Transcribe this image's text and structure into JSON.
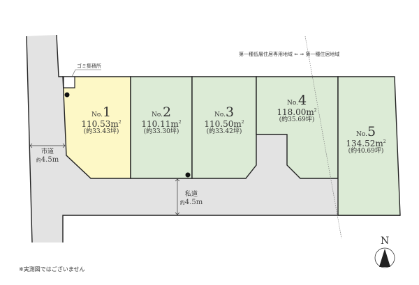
{
  "colors": {
    "lot_1_fill": "#fdf8c6",
    "lot_fill": "#dcebd6",
    "road_fill": "#e3e3e3",
    "line": "#222222"
  },
  "zoning": {
    "left": "第一種低層住居専用地域",
    "arrows": "⇐ ⇒",
    "right": "第一種住居地域"
  },
  "garbage": {
    "label": "ゴミ集積所"
  },
  "lots": [
    {
      "no_prefix": "No.",
      "no": "1",
      "area": "110.53m",
      "area_sup": "2",
      "tsubo": "(約33.43坪)"
    },
    {
      "no_prefix": "No.",
      "no": "2",
      "area": "110.11m",
      "area_sup": "2",
      "tsubo": "(約33.30坪)"
    },
    {
      "no_prefix": "No.",
      "no": "3",
      "area": "110.50m",
      "area_sup": "2",
      "tsubo": "(約33.42坪)"
    },
    {
      "no_prefix": "No.",
      "no": "4",
      "area": "118.00m",
      "area_sup": "2",
      "tsubo": "(約35.69坪)"
    },
    {
      "no_prefix": "No.",
      "no": "5",
      "area": "134.52m",
      "area_sup": "2",
      "tsubo": "(約40.69坪)"
    }
  ],
  "roads": {
    "city": {
      "name": "市道",
      "prefix": "約",
      "width": "4.5m"
    },
    "private": {
      "name": "私道",
      "prefix": "約",
      "width": "4.5m"
    }
  },
  "compass": {
    "label": "N"
  },
  "footnote": "※実測図ではございません"
}
